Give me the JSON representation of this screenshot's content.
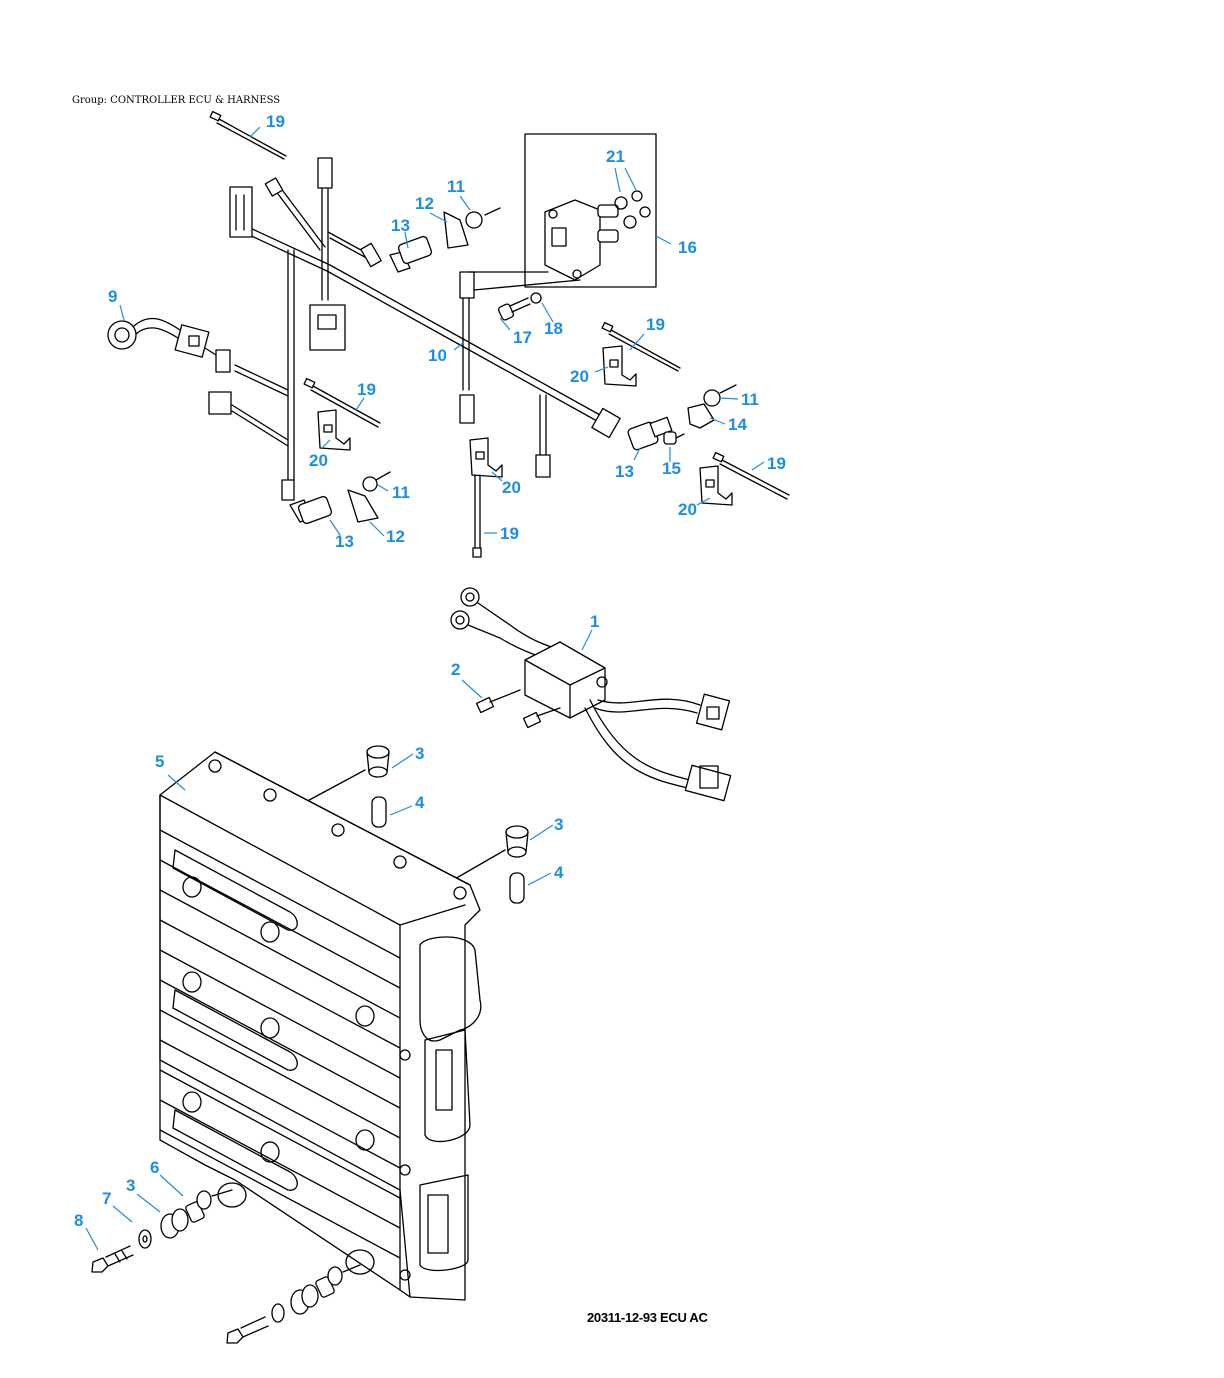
{
  "header": {
    "group_label": "Group: CONTROLLER ECU & HARNESS"
  },
  "figure": {
    "caption": "20311-12-93  ECU AC"
  },
  "style": {
    "callout_color": "#1a8fe3",
    "line_color": "#000000"
  },
  "callouts": [
    {
      "id": "c19a",
      "label": "19"
    },
    {
      "id": "c21",
      "label": "21"
    },
    {
      "id": "c11a",
      "label": "11"
    },
    {
      "id": "c12a",
      "label": "12"
    },
    {
      "id": "c13a",
      "label": "13"
    },
    {
      "id": "c16",
      "label": "16"
    },
    {
      "id": "c9",
      "label": "9"
    },
    {
      "id": "c17",
      "label": "17"
    },
    {
      "id": "c18",
      "label": "18"
    },
    {
      "id": "c19b",
      "label": "19"
    },
    {
      "id": "c10",
      "label": "10"
    },
    {
      "id": "c20a",
      "label": "20"
    },
    {
      "id": "c19c",
      "label": "19"
    },
    {
      "id": "c11b",
      "label": "11"
    },
    {
      "id": "c14",
      "label": "14"
    },
    {
      "id": "c20b",
      "label": "20"
    },
    {
      "id": "c13b",
      "label": "13"
    },
    {
      "id": "c15",
      "label": "15"
    },
    {
      "id": "c19d",
      "label": "19"
    },
    {
      "id": "c11c",
      "label": "11"
    },
    {
      "id": "c20c",
      "label": "20"
    },
    {
      "id": "c20d",
      "label": "20"
    },
    {
      "id": "c13c",
      "label": "13"
    },
    {
      "id": "c12b",
      "label": "12"
    },
    {
      "id": "c19e",
      "label": "19"
    },
    {
      "id": "c1",
      "label": "1"
    },
    {
      "id": "c2",
      "label": "2"
    },
    {
      "id": "c5",
      "label": "5"
    },
    {
      "id": "c3a",
      "label": "3"
    },
    {
      "id": "c4a",
      "label": "4"
    },
    {
      "id": "c3b",
      "label": "3"
    },
    {
      "id": "c4b",
      "label": "4"
    },
    {
      "id": "c6",
      "label": "6"
    },
    {
      "id": "c3c",
      "label": "3"
    },
    {
      "id": "c7",
      "label": "7"
    },
    {
      "id": "c8",
      "label": "8"
    }
  ]
}
